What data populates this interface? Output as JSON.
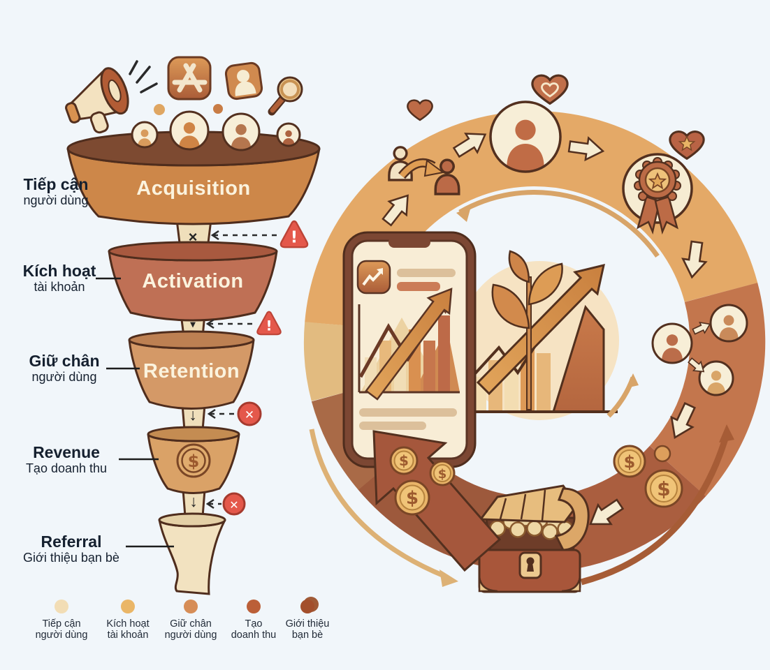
{
  "page": {
    "background": "#f1f6fa"
  },
  "funnel": {
    "stages": [
      {
        "title": "Acquisition",
        "label_line1": "Tiếp cận",
        "label_line2": "người dùng",
        "color": "#cd8749",
        "rim_color": "#7d4a31"
      },
      {
        "title": "Activation",
        "label_line1": "Kích hoạt",
        "label_line2": "tài khoản",
        "color": "#bf7055",
        "rim_color": "#a8593f"
      },
      {
        "title": "Retention",
        "label_line1": "Giữ chân",
        "label_line2": "người dùng",
        "color": "#d49967",
        "rim_color": "#bd8052"
      },
      {
        "title": "",
        "label_line1": "Revenue",
        "label_line2": "Tạo doanh thu",
        "color": "#daa267",
        "rim_color": "#c48c52"
      },
      {
        "title": "",
        "label_line1": "Referral",
        "label_line2": "Giới thiệu bạn bè",
        "color": "#f2e2c0",
        "rim_color": "#e4d0a6"
      }
    ],
    "neck_marks": [
      "×",
      "▾",
      "↓",
      "↓"
    ]
  },
  "icons": {
    "dollar": "$",
    "exclamation": "!",
    "cross": "✕"
  },
  "legend": {
    "items": [
      {
        "line1": "Tiếp cận",
        "line2": "người dùng",
        "color": "#f2ddb5"
      },
      {
        "line1": "Kích hoạt",
        "line2": "tài khoản",
        "color": "#eab667"
      },
      {
        "line1": "Giữ chân",
        "line2": "người dùng",
        "color": "#d68d57"
      },
      {
        "line1": "Tạo",
        "line2": "doanh thu",
        "color": "#bb5f38"
      },
      {
        "line1": "Giới thiệu",
        "line2": "bạn bè",
        "color": "#a34f2c"
      }
    ]
  },
  "loop": {
    "ring_colors": {
      "top": "#e4a967",
      "right": "#c3764d",
      "bottom_right": "#aa5e3f",
      "bottom": "#9d593c",
      "bottom_left": "#a96a47",
      "left": "#e2bb80"
    },
    "center_color": "#f6e3c3"
  }
}
